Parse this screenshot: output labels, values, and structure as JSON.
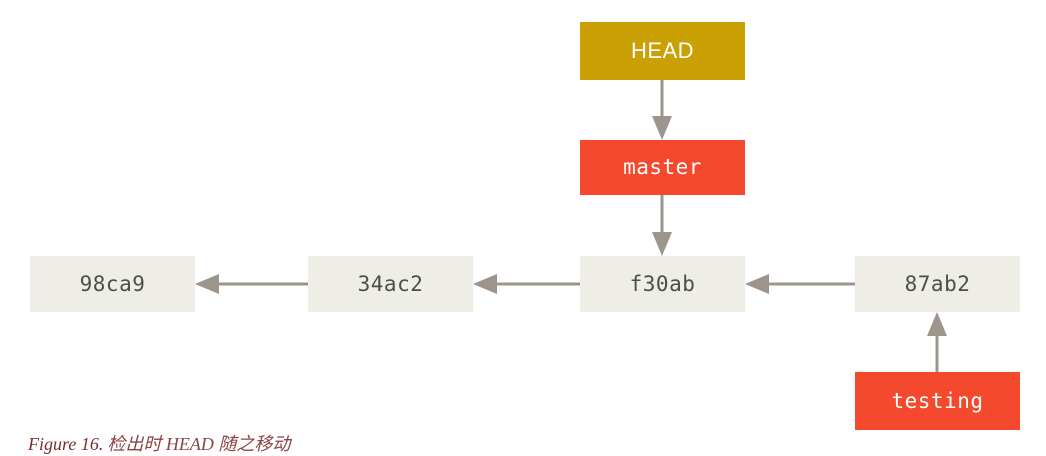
{
  "figure": {
    "caption_label": "Figure 16.",
    "caption_text": "检出时 HEAD 随之移动",
    "background_color": "#ffffff"
  },
  "colors": {
    "commit_box": "#eeeee6",
    "commit_text": "#4d4d4d",
    "head_box": "#cba005",
    "branch_box": "#f4492d",
    "label_text": "#ffffff",
    "arrow": "#9d948c"
  },
  "nodes": {
    "commits": [
      {
        "id": "98ca9",
        "label": "98ca9"
      },
      {
        "id": "34ac2",
        "label": "34ac2"
      },
      {
        "id": "f30ab",
        "label": "f30ab"
      },
      {
        "id": "87ab2",
        "label": "87ab2"
      }
    ],
    "head": {
      "id": "HEAD",
      "label": "HEAD"
    },
    "branches": [
      {
        "id": "master",
        "label": "master"
      },
      {
        "id": "testing",
        "label": "testing"
      }
    ]
  },
  "edges": [
    {
      "from": "34ac2",
      "to": "98ca9",
      "direction": "left"
    },
    {
      "from": "f30ab",
      "to": "34ac2",
      "direction": "left"
    },
    {
      "from": "87ab2",
      "to": "f30ab",
      "direction": "left"
    },
    {
      "from": "HEAD",
      "to": "master",
      "direction": "down"
    },
    {
      "from": "master",
      "to": "f30ab",
      "direction": "down"
    },
    {
      "from": "testing",
      "to": "87ab2",
      "direction": "up"
    }
  ]
}
